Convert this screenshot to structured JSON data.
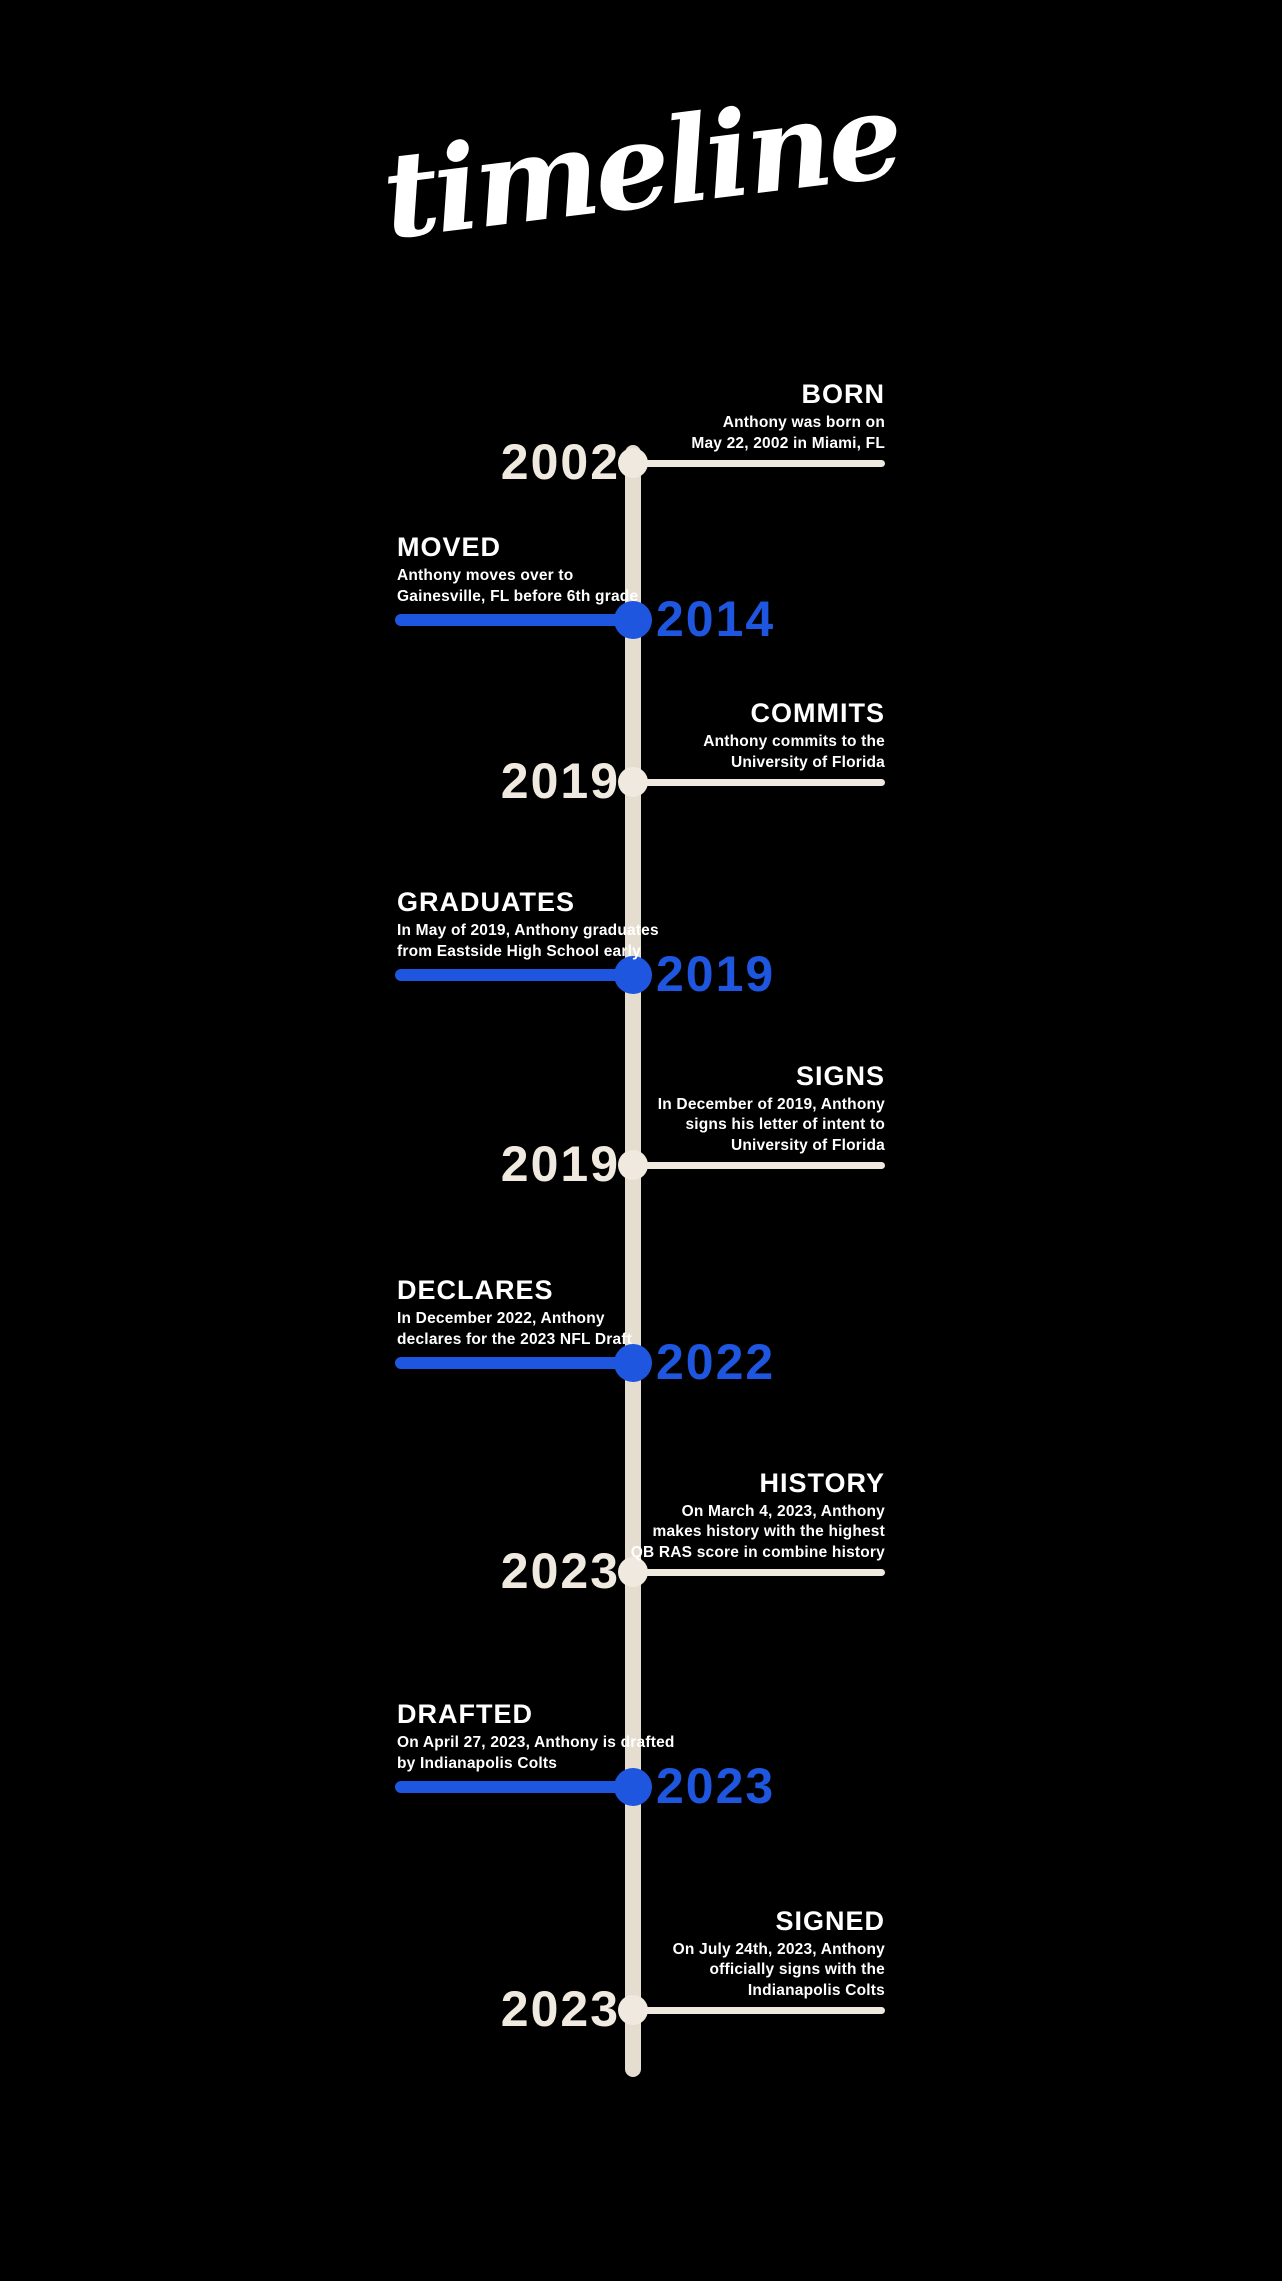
{
  "page": {
    "background": "#000000"
  },
  "title": {
    "text": "timeline"
  },
  "colors": {
    "accent_blue": "#1e56e0",
    "cream": "#e4ddd0",
    "text_white": "#ffffff"
  },
  "entries": [
    {
      "year": "2002",
      "side": "right",
      "heading": "BORN",
      "lines": [
        "Anthony was born on",
        "May 22, 2002 in Miami, FL"
      ]
    },
    {
      "year": "2014",
      "side": "left",
      "heading": "MOVED",
      "lines": [
        "Anthony moves over to",
        "Gainesville, FL before 6th grade"
      ]
    },
    {
      "year": "2019",
      "side": "right",
      "heading": "COMMITS",
      "lines": [
        "Anthony commits to the",
        "University of Florida"
      ]
    },
    {
      "year": "2019",
      "side": "left",
      "heading": "GRADUATES",
      "lines": [
        "In May of 2019, Anthony graduates",
        "from Eastside High School early"
      ]
    },
    {
      "year": "2019",
      "side": "right",
      "heading": "SIGNS",
      "lines": [
        "In December of 2019, Anthony",
        "signs his letter of intent to",
        "University of Florida"
      ]
    },
    {
      "year": "2022",
      "side": "left",
      "heading": "DECLARES",
      "lines": [
        "In December 2022, Anthony",
        "declares for the 2023 NFL Draft"
      ]
    },
    {
      "year": "2023",
      "side": "right",
      "heading": "HISTORY",
      "lines": [
        "On March 4, 2023, Anthony",
        "makes history with the highest",
        "QB RAS score in combine history"
      ]
    },
    {
      "year": "2023",
      "side": "left",
      "heading": "DRAFTED",
      "lines": [
        "On April 27, 2023, Anthony is drafted",
        "by Indianapolis Colts"
      ]
    },
    {
      "year": "2023",
      "side": "right",
      "heading": "SIGNED",
      "lines": [
        "On July 24th, 2023, Anthony",
        "officially signs with the",
        "Indianapolis Colts"
      ]
    }
  ]
}
